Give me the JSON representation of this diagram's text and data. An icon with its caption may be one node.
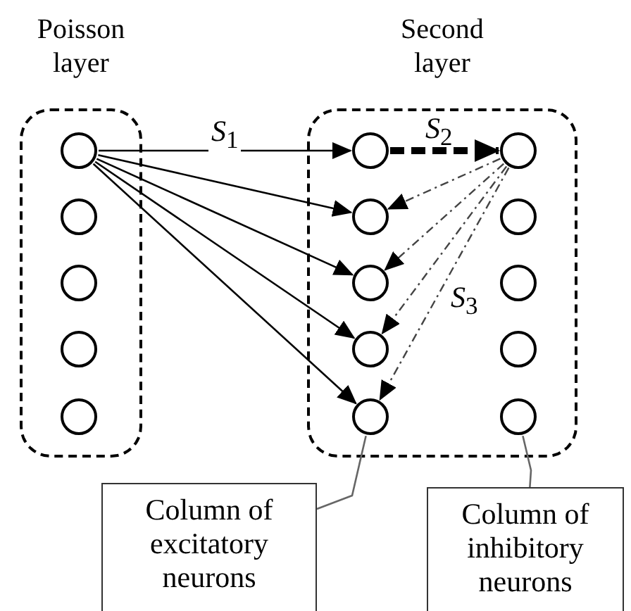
{
  "diagram": {
    "nodes": [
      {
        "text": [
          "Poisson layer"
        ]
      },
      {
        "text": [],
        "shape": "circle",
        "in": 0
      },
      {
        "text": [],
        "shape": "circle",
        "in": 0
      },
      {
        "text": [],
        "shape": "circle",
        "in": 0
      },
      {
        "text": [],
        "shape": "circle",
        "in": 0
      },
      {
        "text": [],
        "shape": "circle",
        "in": 0
      },
      {
        "text": [
          "Second layer"
        ]
      },
      {
        "text": [],
        "shape": "circle",
        "in": 6
      },
      {
        "text": [],
        "shape": "circle",
        "in": 6
      },
      {
        "text": [],
        "shape": "circle",
        "in": 6
      },
      {
        "text": [],
        "shape": "circle",
        "in": 6
      },
      {
        "text": [],
        "shape": "circle",
        "in": 6
      },
      {
        "text": [],
        "shape": "circle",
        "in": 6
      },
      {
        "text": [],
        "shape": "circle",
        "in": 6
      },
      {
        "text": [],
        "shape": "circle",
        "in": 6
      },
      {
        "text": [],
        "shape": "circle",
        "in": 6
      },
      {
        "text": [],
        "shape": "circle",
        "in": 6
      },
      {
        "text": [
          "Column of excitatory neurons"
        ]
      },
      {
        "text": [
          "Column of inhibitory neurons"
        ]
      }
    ],
    "edges": [
      {
        "from": 1,
        "to": 7,
        "arrow": "to",
        "label": "*S*$_{1}$"
      },
      {
        "from": 1,
        "to": 8,
        "arrow": "to"
      },
      {
        "from": 1,
        "to": 9,
        "arrow": "to"
      },
      {
        "from": 1,
        "to": 10,
        "arrow": "to"
      },
      {
        "from": 1,
        "to": 11,
        "arrow": "to"
      },
      {
        "from": 7,
        "to": 12,
        "arrow": "to",
        "style": "dashed",
        "label": "*S*$_{2}$"
      },
      {
        "from": 12,
        "to": 8,
        "arrow": "to",
        "style": "dashed",
        "color": "#444444"
      },
      {
        "from": 12,
        "to": 9,
        "arrow": "to",
        "style": "dashed",
        "color": "#444444"
      },
      {
        "from": 12,
        "to": 10,
        "arrow": "to",
        "style": "dashed",
        "color": "#444444"
      },
      {
        "from": 12,
        "to": 11,
        "arrow": "to",
        "style": "dashed",
        "color": "#444444",
        "label": "*S*$_{3}$"
      },
      {
        "from": 17,
        "to": 11,
        "arrow": "none",
        "color": "#666666"
      },
      {
        "from": 18,
        "to": 16,
        "arrow": "none",
        "color": "#666666"
      }
    ]
  }
}
